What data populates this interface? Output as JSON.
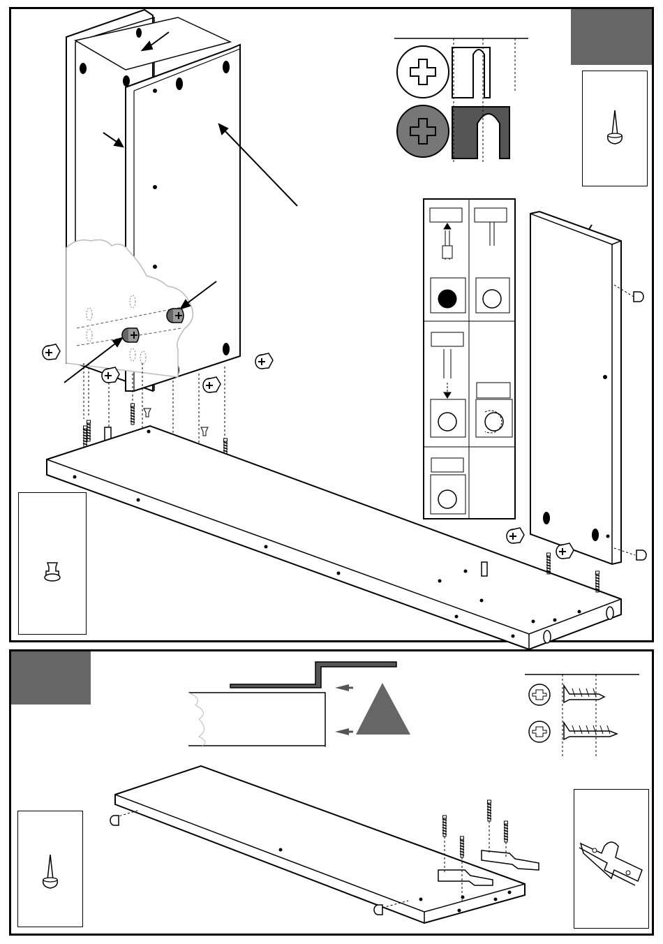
{
  "document": {
    "type": "furniture assembly instructions",
    "step_badge_color": "#666666",
    "line_color": "#000000",
    "panel_fill": "#f2f2f2"
  },
  "step_a": {
    "badges": [
      "step-number-badge"
    ],
    "hardware_icons": [
      "cam-lock-icon",
      "wooden-dowel-icon",
      "cam-bolt-icon",
      "nail-pin-icon",
      "shelf-support-icon"
    ],
    "screw_gauge": {
      "rows": 2,
      "head_types": [
        "phillips-cross-icon",
        "phillips-cross-filled-icon"
      ]
    },
    "cam_lock_steps": {
      "cells": 7
    }
  },
  "step_b": {
    "badges": [
      "step-number-badge"
    ],
    "hardware_icons": [
      "bracket-icon",
      "nail-pin-icon",
      "screw-icon"
    ],
    "screw_gauge": {
      "rows": 2,
      "head_types": [
        "pozi-head-icon",
        "pozi-head-icon"
      ]
    },
    "warning_icon": "triangle-warning-icon"
  }
}
